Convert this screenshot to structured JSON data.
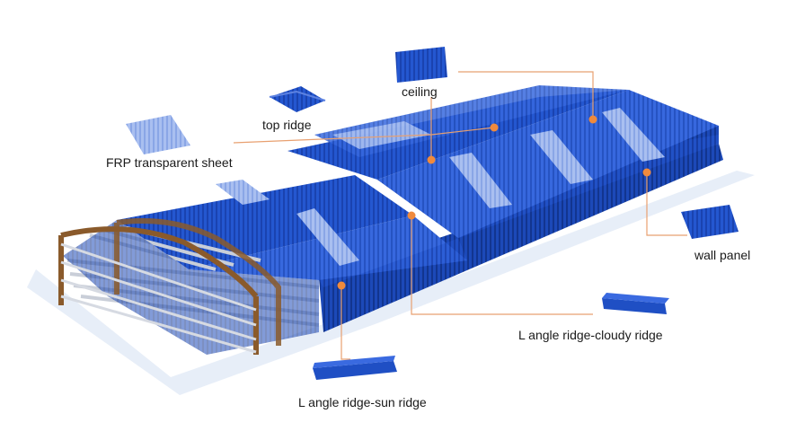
{
  "labels": {
    "ceiling": "ceiling",
    "top_ridge": "top ridge",
    "frp": "FRP transparent sheet",
    "wall_panel": "wall panel",
    "cloudy_ridge": "L angle ridge-cloudy ridge",
    "sun_ridge": "L angle ridge-sun ridge"
  },
  "colors": {
    "panel_blue": "#1f4fc4",
    "panel_blue_dark": "#15389a",
    "panel_blue_light": "#3a6ae0",
    "frp_light": "#9fb8ee",
    "steel_frame": "#8a5a2b",
    "purlin": "#c9ced8",
    "leader_line": "#e8a070",
    "marker": "#f08a3c"
  }
}
